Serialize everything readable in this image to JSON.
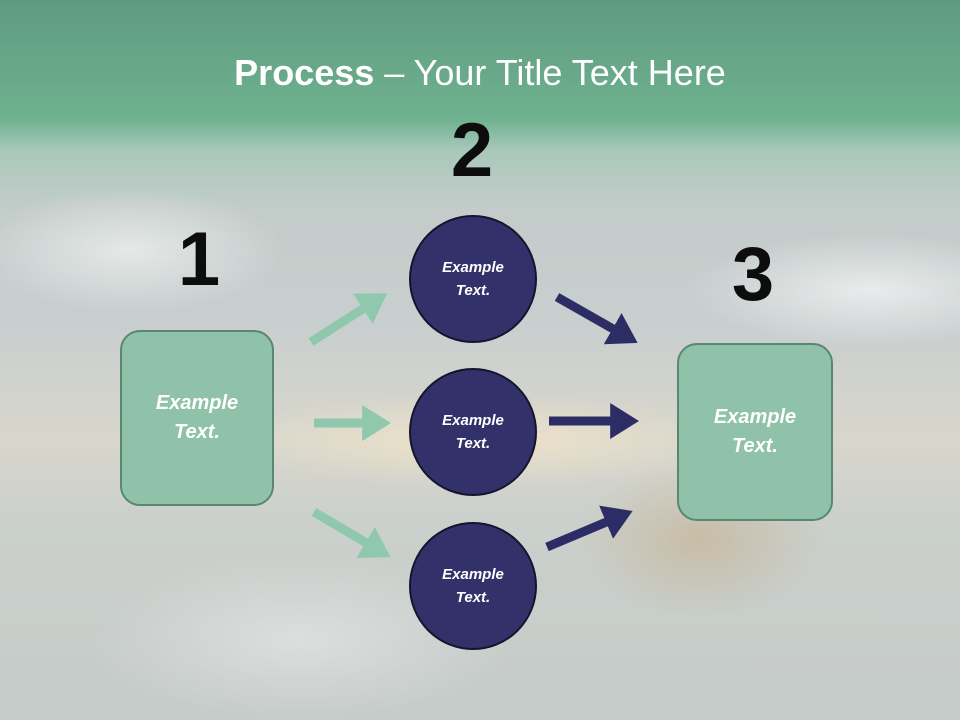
{
  "title": {
    "bold": "Process",
    "rest": " – Your Title Text Here"
  },
  "steps": {
    "one": "1",
    "two": "2",
    "three": "3"
  },
  "left_box": {
    "text": "Example Text."
  },
  "circles": [
    {
      "text": "Example Text."
    },
    {
      "text": "Example Text."
    },
    {
      "text": "Example Text."
    }
  ],
  "right_box": {
    "text": "Example Text."
  },
  "colors": {
    "header_green": "#6fb28f",
    "box_fill": "#8fc2a8",
    "circle_fill": "#33316a",
    "arrow_green": "#8fc8ac",
    "arrow_navy": "#2d2d66"
  }
}
